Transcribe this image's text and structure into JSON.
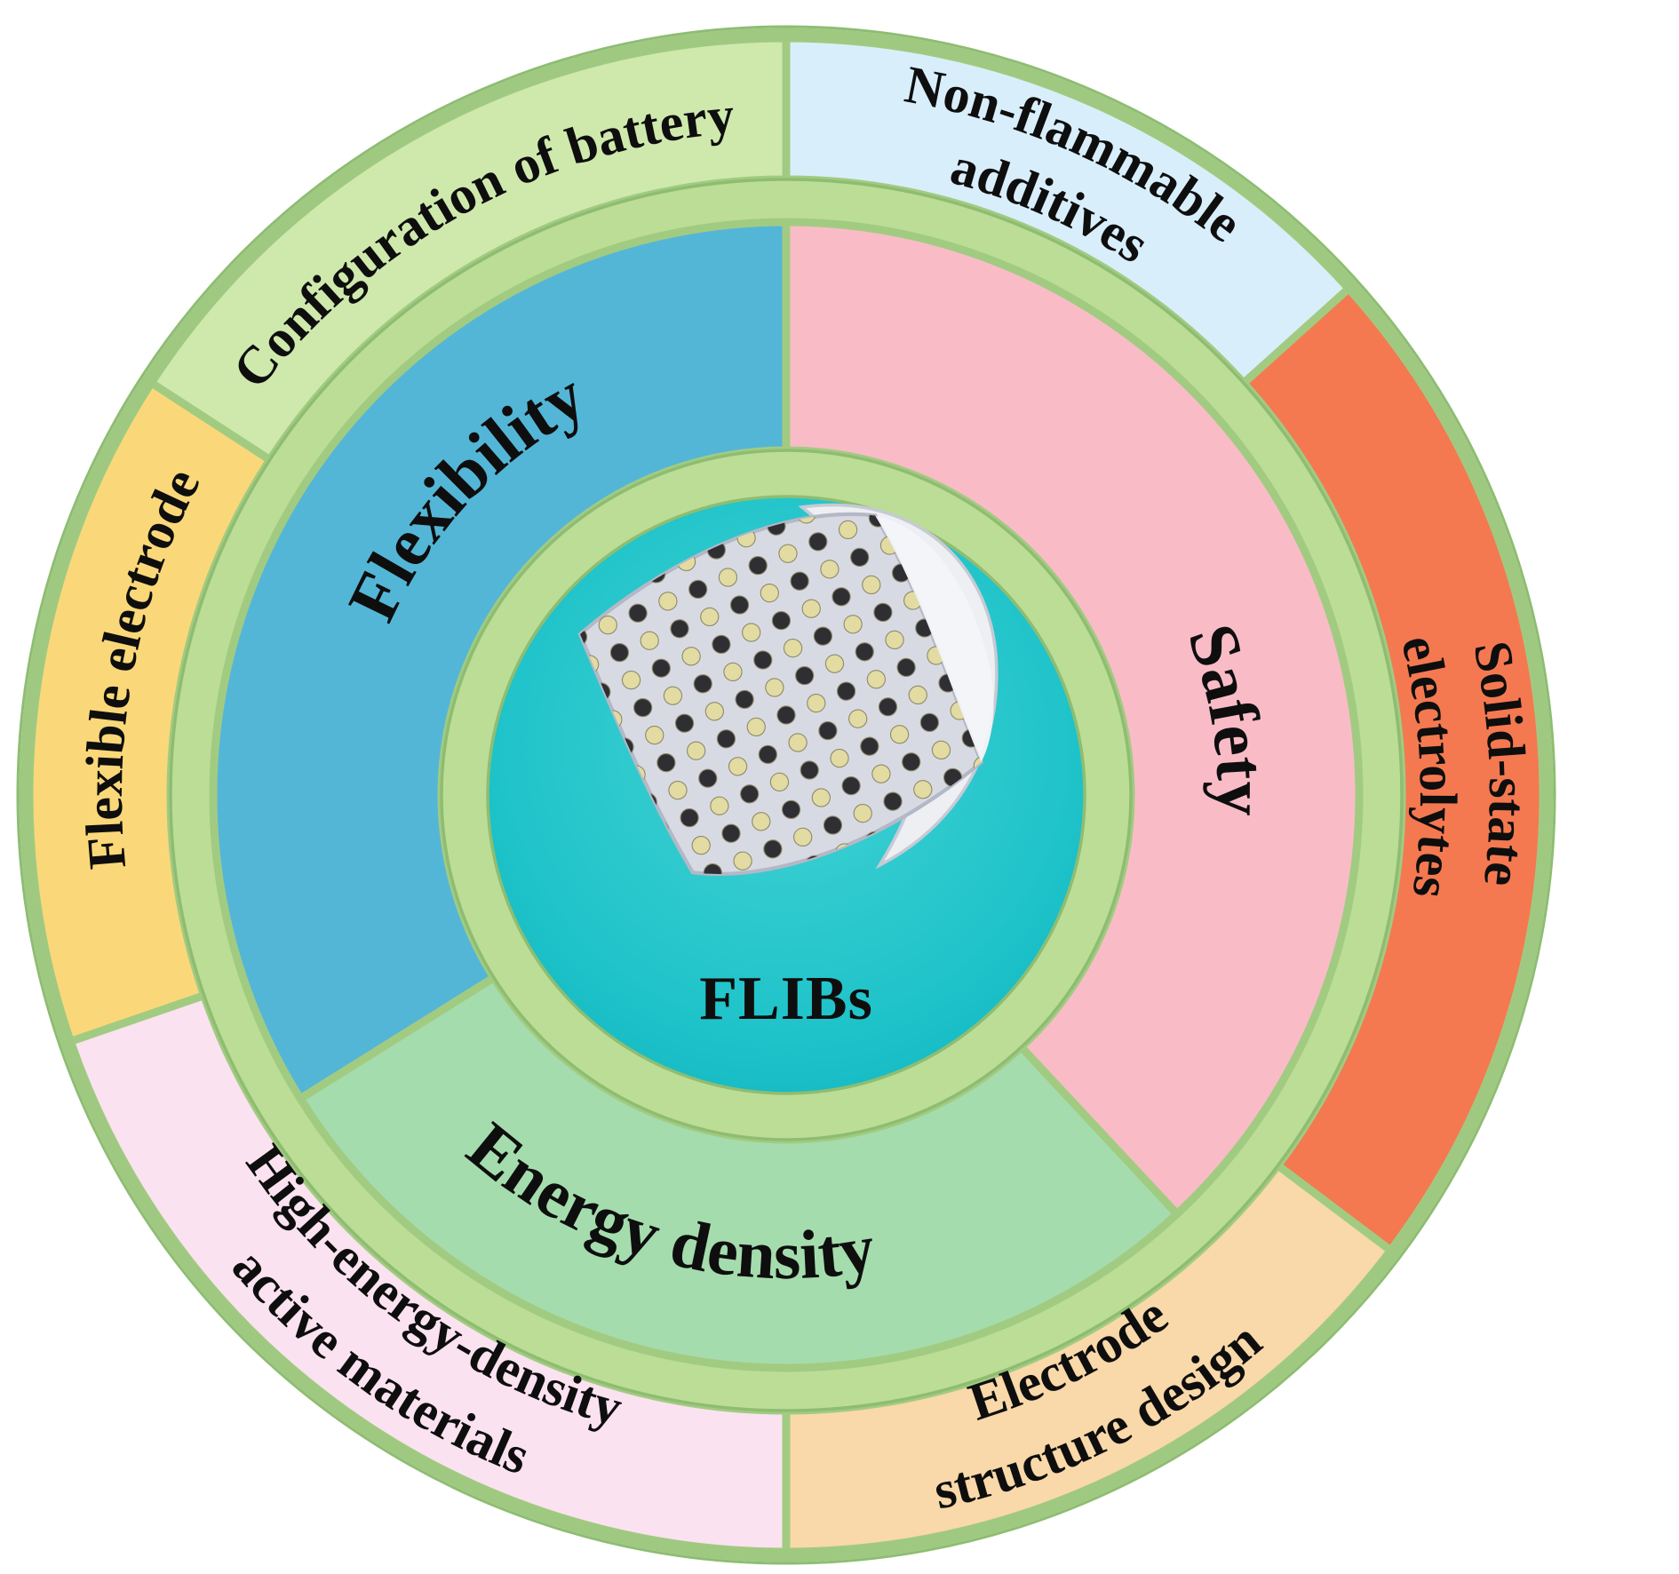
{
  "diagram": {
    "type": "concentric-ring-diagram",
    "center": {
      "label": "FLIBs",
      "fill": "#1ec3c9",
      "image": "flexible-battery-photo"
    },
    "ring_style": {
      "band_green": "#bcdd96",
      "edge_green": "#8ebd72",
      "divider_green": "#a2cb82",
      "rim_green": "#9fc980",
      "text_color": "#0e0e0e",
      "background": "#ffffff"
    },
    "inner_ring": {
      "segments": [
        {
          "label": "Safety",
          "lines": [
            "Safety"
          ],
          "color": "#f9bcc7",
          "start_angle": 0,
          "end_angle": 137,
          "flipped": false,
          "text_shift_deg": 12
        },
        {
          "label": "Energy density",
          "lines": [
            "Energy density"
          ],
          "color": "#a5dcad",
          "start_angle": 137,
          "end_angle": 238,
          "flipped": true,
          "text_shift_deg": 8
        },
        {
          "label": "Flexibility",
          "lines": [
            "Flexibility"
          ],
          "color": "#54b6d7",
          "start_angle": 238,
          "end_angle": 360,
          "flipped": false,
          "text_shift_deg": 14
        }
      ]
    },
    "outer_ring": {
      "segments": [
        {
          "label": "Non-flammable additives",
          "lines": [
            "Non-flammable",
            "additives"
          ],
          "color": "#d9eefb",
          "start_angle": 0,
          "end_angle": 48,
          "flipped": false,
          "text_shift_deg": 0
        },
        {
          "label": "Solid-state electrolytes",
          "lines": [
            "Solid-state",
            "electrolytes"
          ],
          "color": "#f47950",
          "start_angle": 48,
          "end_angle": 127,
          "flipped": false,
          "text_shift_deg": 0
        },
        {
          "label": "Electrode structure design",
          "lines": [
            "Electrode",
            "structure design"
          ],
          "color": "#f9d8a9",
          "start_angle": 127,
          "end_angle": 180,
          "flipped": true,
          "text_shift_deg": 0
        },
        {
          "label": "High-energy-density active materials",
          "lines": [
            "High-energy-density",
            "active materials"
          ],
          "color": "#fbe2f0",
          "start_angle": 180,
          "end_angle": 251,
          "flipped": true,
          "text_shift_deg": 0
        },
        {
          "label": "Flexible electrode",
          "lines": [
            "Flexible electrode"
          ],
          "color": "#fad879",
          "start_angle": 251,
          "end_angle": 303,
          "flipped": false,
          "text_shift_deg": 4
        },
        {
          "label": "Configuration of battery",
          "lines": [
            "Configuration of battery"
          ],
          "color": "#cfe9ad",
          "start_angle": 303,
          "end_angle": 360,
          "flipped": false,
          "text_shift_deg": 0
        }
      ]
    }
  }
}
